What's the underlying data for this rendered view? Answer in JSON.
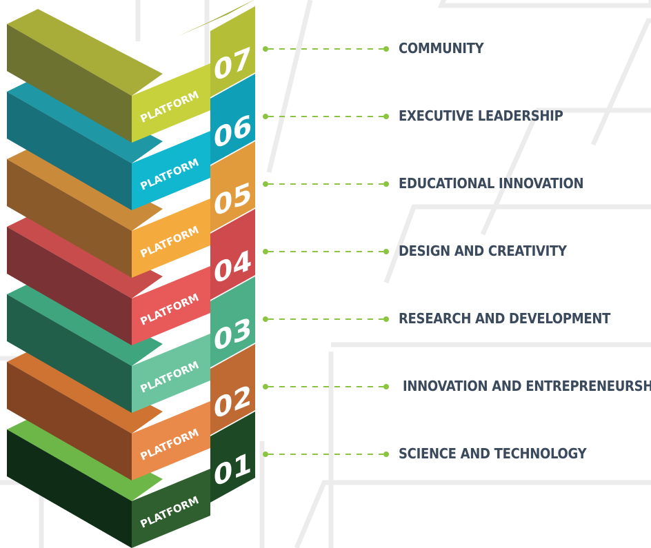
{
  "platform_label": "PLATFORM",
  "platforms": [
    {
      "number": "01",
      "name": "SCIENCE AND TECHNOLOGY",
      "colors": {
        "top": "#6db648",
        "front": "#2f5f2e",
        "side": "#0e2c16",
        "num": "#1d4a25"
      }
    },
    {
      "number": "02",
      "name": "INNOVATION AND ENTREPRENEURSHIP",
      "colors": {
        "top": "#ce7332",
        "front": "#e98a4a",
        "side": "#824423",
        "num": "#bf6a33"
      }
    },
    {
      "number": "03",
      "name": "RESEARCH AND DEVELOPMENT",
      "colors": {
        "top": "#3fa57e",
        "front": "#6cc49f",
        "side": "#225f4a",
        "num": "#4daf87"
      }
    },
    {
      "number": "04",
      "name": "DESIGN AND CREATIVITY",
      "colors": {
        "top": "#c84c4c",
        "front": "#e85a59",
        "side": "#7a3235",
        "num": "#cf4a4c"
      }
    },
    {
      "number": "05",
      "name": "EDUCATIONAL INNOVATION",
      "colors": {
        "top": "#c98a3a",
        "front": "#f5aa3e",
        "side": "#8a5a2a",
        "num": "#e19a3c"
      }
    },
    {
      "number": "06",
      "name": "EXECUTIVE LEADERSHIP",
      "colors": {
        "top": "#1f97a4",
        "front": "#11b6cf",
        "side": "#17707a",
        "num": "#0f9fb7"
      }
    },
    {
      "number": "07",
      "name": "COMMUNITY",
      "colors": {
        "top": "#a8ad3a",
        "front": "#c7d13c",
        "side": "#6e7230",
        "num": "#b5be37"
      }
    }
  ],
  "colors": {
    "connector": "#8cc43f",
    "label": "#3a4a5c",
    "number_text": "#ffffff"
  }
}
